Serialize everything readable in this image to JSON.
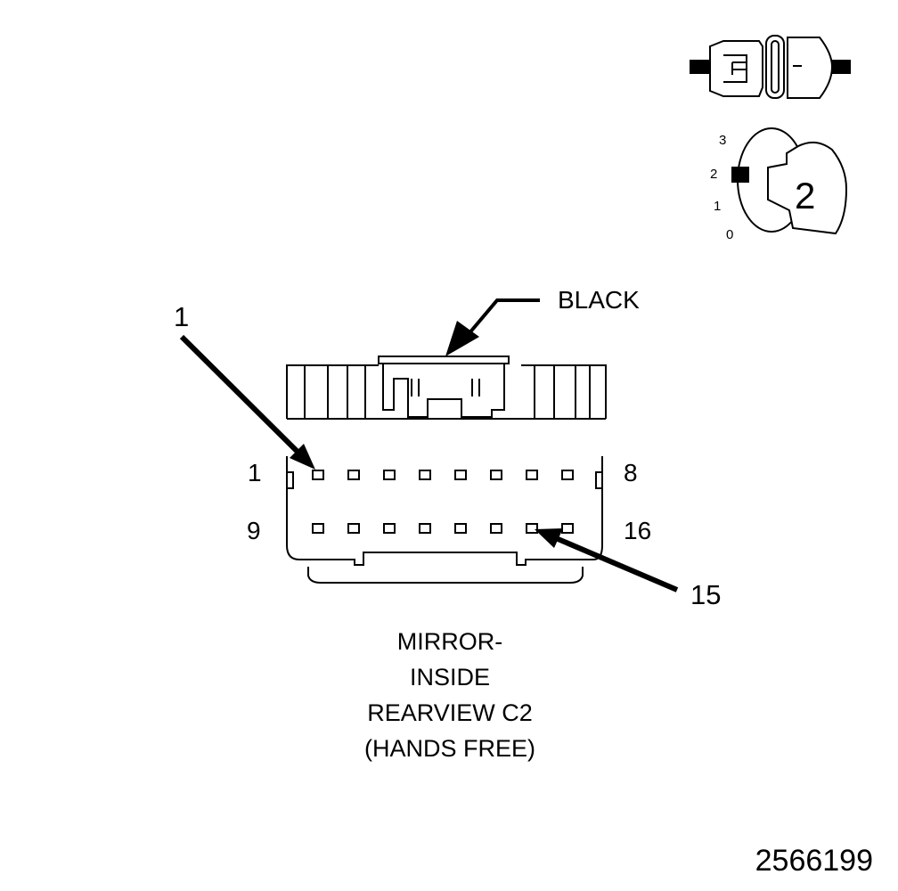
{
  "connector": {
    "color_label": "BLACK",
    "callout_pin_1": "1",
    "callout_pin_15": "15",
    "row_labels": {
      "top_left": "1",
      "top_right": "8",
      "bottom_left": "9",
      "bottom_right": "16"
    }
  },
  "caption": {
    "line1": "MIRROR-",
    "line2": "INSIDE",
    "line3": "REARVIEW C2",
    "line4": "(HANDS FREE)"
  },
  "view_indicator": {
    "scale_3": "3",
    "scale_2": "2",
    "scale_1": "1",
    "scale_0": "0",
    "view_number": "2"
  },
  "figure_number": "2566199"
}
